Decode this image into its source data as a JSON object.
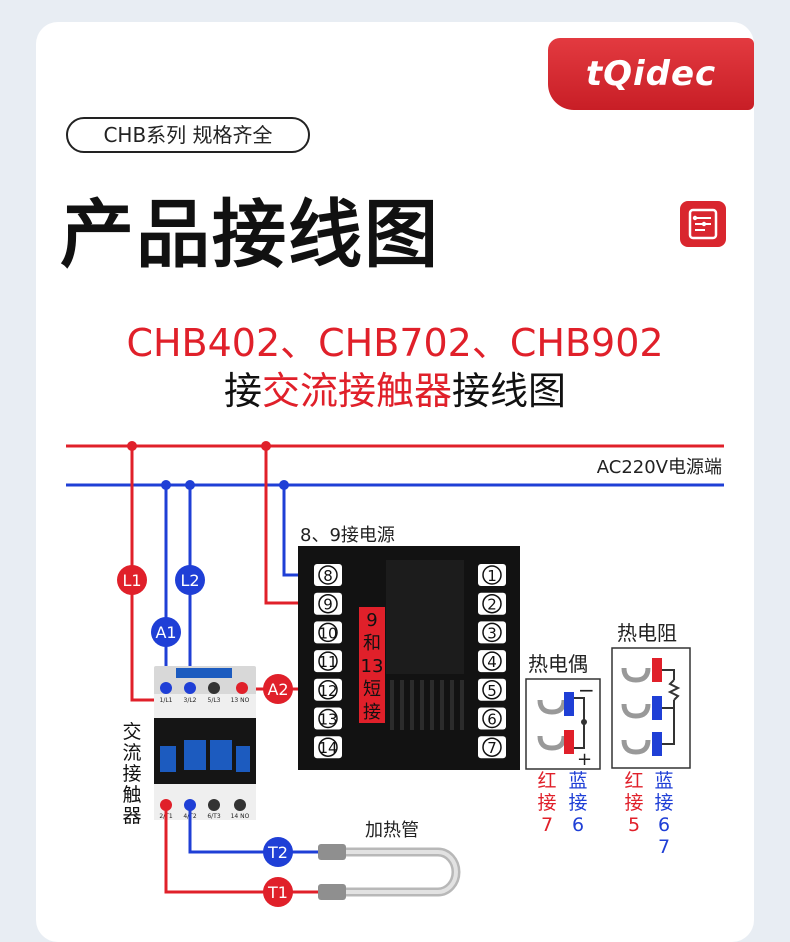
{
  "brand": {
    "logo_text": "tQidec"
  },
  "header": {
    "series_pill": "CHB系列  规格齐全",
    "title": "产品接线图",
    "models": "CHB402、CHB702、CHB902",
    "subtitle_pre": "接",
    "subtitle_red": "交流接触器",
    "subtitle_post": "接线图"
  },
  "diagram": {
    "power_label": "AC220V电源端",
    "supply_label": "8、9接电源",
    "jumper_label": [
      "9",
      "和",
      "13",
      "短",
      "接"
    ],
    "left_terminals": [
      "8",
      "9",
      "10",
      "11",
      "12",
      "13",
      "14"
    ],
    "right_terminals": [
      "1",
      "2",
      "3",
      "4",
      "5",
      "6",
      "7"
    ],
    "markers": {
      "L1": "L1",
      "L2": "L2",
      "A1": "A1",
      "A2": "A2",
      "T1": "T1",
      "T2": "T2"
    },
    "contactor_label": [
      "交",
      "流",
      "接",
      "触",
      "器"
    ],
    "contactor_top_terms": [
      "1/L1",
      "3/L2",
      "5/L3",
      "13 NO"
    ],
    "contactor_bottom_terms": [
      "2/T1",
      "4/T2",
      "6/T3",
      "14 NO"
    ],
    "heater_label": "加热管",
    "thermocouple": {
      "title": "热电偶",
      "minus": "−",
      "plus": "+",
      "red_col": [
        "红",
        "接",
        "7"
      ],
      "blue_col": [
        "蓝",
        "接",
        "6"
      ]
    },
    "rtd": {
      "title": "热电阻",
      "red_col": [
        "红",
        "接",
        "5"
      ],
      "blue_col": [
        "蓝",
        "接",
        "6",
        "7"
      ]
    }
  },
  "colors": {
    "red": "#e0202a",
    "blue": "#1f3fd6",
    "brand": "#d9262e"
  }
}
